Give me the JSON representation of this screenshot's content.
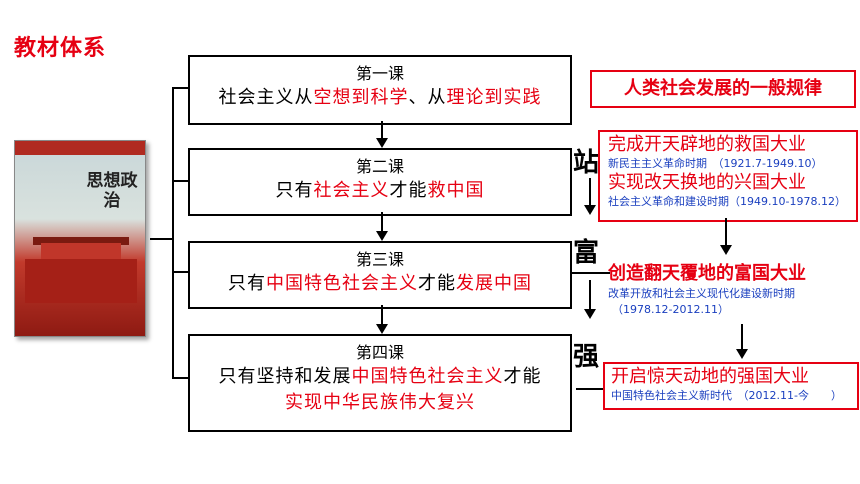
{
  "title": "教材体系",
  "book": {
    "title": "思想政治"
  },
  "lessons": [
    {
      "head": "第一课",
      "parts": [
        [
          "社会主义从",
          false
        ],
        [
          "空想到科学",
          true
        ],
        [
          "、从",
          false
        ],
        [
          "理论到实践",
          true
        ]
      ]
    },
    {
      "head": "第二课",
      "parts": [
        [
          "只有",
          false
        ],
        [
          "社会主义",
          true
        ],
        [
          "才能",
          false
        ],
        [
          "救中国",
          true
        ]
      ]
    },
    {
      "head": "第三课",
      "parts": [
        [
          "只有",
          false
        ],
        [
          "中国特色社会主义",
          true
        ],
        [
          "才能",
          false
        ],
        [
          "发展中国",
          true
        ]
      ]
    },
    {
      "head": "第四课",
      "parts": [
        [
          "只有坚持和发展",
          false
        ],
        [
          "中国特色社会主义",
          true
        ],
        [
          "才能",
          false
        ]
      ],
      "line2": "实现中华民族伟大复兴"
    }
  ],
  "law_label": "人类社会发展的一般规律",
  "steps": {
    "zhan": "站",
    "fu": "富",
    "qiang": "强"
  },
  "eras": {
    "e1_title": "完成开天辟地的救国大业",
    "e1_sub": "新民主主义革命时期　（1921.7-1949.10）",
    "e2_title": "实现改天换地的兴国大业",
    "e2_sub": "社会主义革命和建设时期（1949.10-1978.12）",
    "e3_title": "创造翻天覆地的富国大业",
    "e3_sub1": "改革开放和社会主义现代化建设新时期",
    "e3_sub2": "（1978.12-2012.11）",
    "e4_title": "开启惊天动地的强国大业",
    "e4_sub": "中国特色社会主义新时代　（2012.11-今　　）"
  },
  "colors": {
    "accent": "#e60012",
    "blue": "#1a3fbf"
  }
}
